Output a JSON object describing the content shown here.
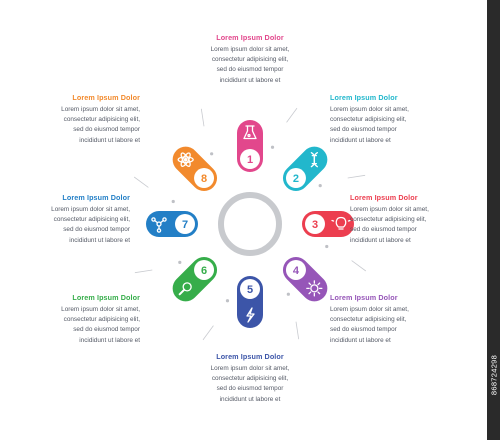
{
  "items": [
    {
      "number": "1",
      "title": "Lorem Ipsum Dolor",
      "body": [
        "Lorem ipsum dolor sit amet,",
        "consectetur adipisicing elit,",
        "sed do eiusmod tempor",
        "incididunt ut labore et"
      ],
      "color": "#e2478c",
      "icon": "flask-icon"
    },
    {
      "number": "2",
      "title": "Lorem Ipsum Dolor",
      "body": [
        "Lorem ipsum dolor sit amet,",
        "consectetur adipisicing elit,",
        "sed do eiusmod tempor",
        "incididunt ut labore et"
      ],
      "color": "#22b7cc",
      "icon": "dna-icon"
    },
    {
      "number": "3",
      "title": "Lorem Ipsum Dolor",
      "body": [
        "Lorem ipsum dolor sit amet,",
        "consectetur adipisicing elit,",
        "sed do eiusmod tempor",
        "incididunt ut labore et"
      ],
      "color": "#ec3e4f",
      "icon": "lightbulb-icon"
    },
    {
      "number": "4",
      "title": "Lorem Ipsum Dolor",
      "body": [
        "Lorem ipsum dolor sit amet,",
        "consectetur adipisicing elit,",
        "sed do eiusmod tempor",
        "incididunt ut labore et"
      ],
      "color": "#9656b8",
      "icon": "sun-icon"
    },
    {
      "number": "5",
      "title": "Lorem Ipsum Dolor",
      "body": [
        "Lorem ipsum dolor sit amet,",
        "consectetur adipisicing elit,",
        "sed do eiusmod tempor",
        "incididunt ut labore et"
      ],
      "color": "#3c55a8",
      "icon": "lightning-icon"
    },
    {
      "number": "6",
      "title": "Lorem Ipsum Dolor",
      "body": [
        "Lorem ipsum dolor sit amet,",
        "consectetur adipisicing elit,",
        "sed do eiusmod tempor",
        "incididunt ut labore et"
      ],
      "color": "#36ad4a",
      "icon": "magnifier-icon"
    },
    {
      "number": "7",
      "title": "Lorem Ipsum Dolor",
      "body": [
        "Lorem ipsum dolor sit amet,",
        "consectetur adipisicing elit,",
        "sed do eiusmod tempor",
        "incididunt ut labore et"
      ],
      "color": "#237fc6",
      "icon": "network-icon"
    },
    {
      "number": "8",
      "title": "Lorem Ipsum Dolor",
      "body": [
        "Lorem ipsum dolor sit amet,",
        "consectetur adipisicing elit,",
        "sed do eiusmod tempor",
        "incididunt ut labore et"
      ],
      "color": "#f28a2d",
      "icon": "atom-icon"
    }
  ],
  "stock_id": "868724298"
}
